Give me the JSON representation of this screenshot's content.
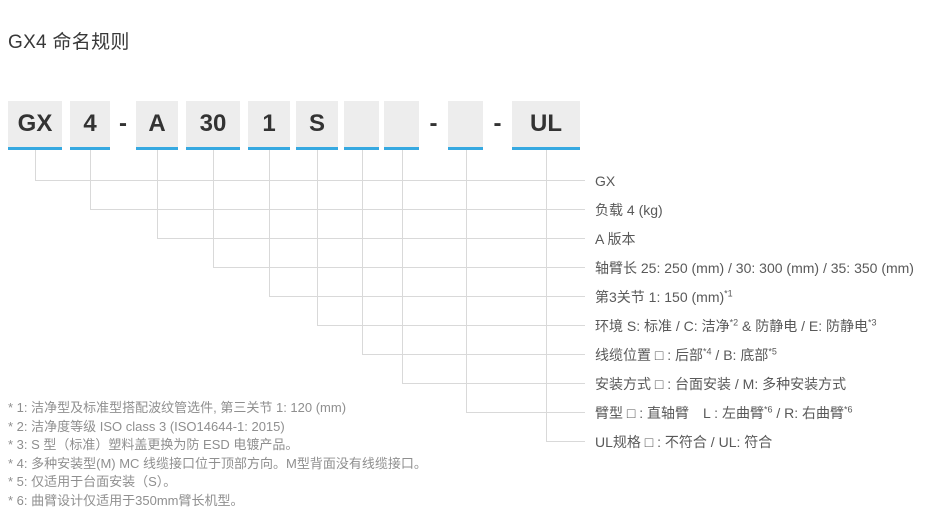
{
  "title": "GX4 命名规则",
  "colors": {
    "accent_blue": "#36a9e1",
    "box_background": "#ededed",
    "connector_line": "#d9d9d9",
    "code_text": "#333333",
    "label_text": "#595959",
    "footnote_text": "#8f8f8f"
  },
  "code": {
    "segments": [
      {
        "kind": "box",
        "text": "GX"
      },
      {
        "kind": "box",
        "text": "4"
      },
      {
        "kind": "dash",
        "text": "-"
      },
      {
        "kind": "box",
        "text": "A"
      },
      {
        "kind": "box",
        "text": "30"
      },
      {
        "kind": "box",
        "text": "1"
      },
      {
        "kind": "box",
        "text": "S"
      },
      {
        "kind": "box",
        "text": ""
      },
      {
        "kind": "box",
        "text": ""
      },
      {
        "kind": "dash",
        "text": "-"
      },
      {
        "kind": "box",
        "text": ""
      },
      {
        "kind": "dash",
        "text": "-"
      },
      {
        "kind": "box",
        "text": "UL"
      }
    ]
  },
  "labels": [
    {
      "parts": [
        {
          "t": "GX"
        }
      ]
    },
    {
      "parts": [
        {
          "t": "负载 4 (kg)"
        }
      ]
    },
    {
      "parts": [
        {
          "t": "A 版本"
        }
      ]
    },
    {
      "parts": [
        {
          "t": "轴臂长 25: 250 (mm) / 30: 300 (mm) / 35: 350 (mm)"
        }
      ]
    },
    {
      "parts": [
        {
          "t": "第3关节 1: 150 (mm)"
        },
        {
          "s": "*1"
        }
      ]
    },
    {
      "parts": [
        {
          "t": "环境 S: 标准 / C: 洁净"
        },
        {
          "s": "*2"
        },
        {
          "t": " & 防静电 / E: 防静电"
        },
        {
          "s": "*3"
        }
      ]
    },
    {
      "parts": [
        {
          "t": "线缆位置 □ : 后部"
        },
        {
          "s": "*4"
        },
        {
          "t": " / B: 底部"
        },
        {
          "s": "*5"
        }
      ]
    },
    {
      "parts": [
        {
          "t": "安装方式 □ : 台面安装 / M: 多种安装方式"
        }
      ]
    },
    {
      "parts": [
        {
          "t": "臂型 □ : 直轴臂　L : 左曲臂"
        },
        {
          "s": "*6"
        },
        {
          "t": " / R: 右曲臂"
        },
        {
          "s": "*6"
        }
      ]
    },
    {
      "parts": [
        {
          "t": "UL规格 □ : 不符合 / UL: 符合"
        }
      ]
    }
  ],
  "footnotes": [
    "* 1: 洁净型及标准型搭配波纹管选件, 第三关节 1: 120 (mm)",
    "* 2: 洁净度等级 ISO class 3 (ISO14644-1:  2015)",
    "* 3: S 型（标准）塑料盖更换为防 ESD 电镀产品。",
    "* 4: 多种安装型(M) MC 线缆接口位于顶部方向。M型背面没有线缆接口。",
    "* 5: 仅适用于台面安装（S）。",
    "* 6: 曲臂设计仅适用于350mm臂长机型。"
  ]
}
